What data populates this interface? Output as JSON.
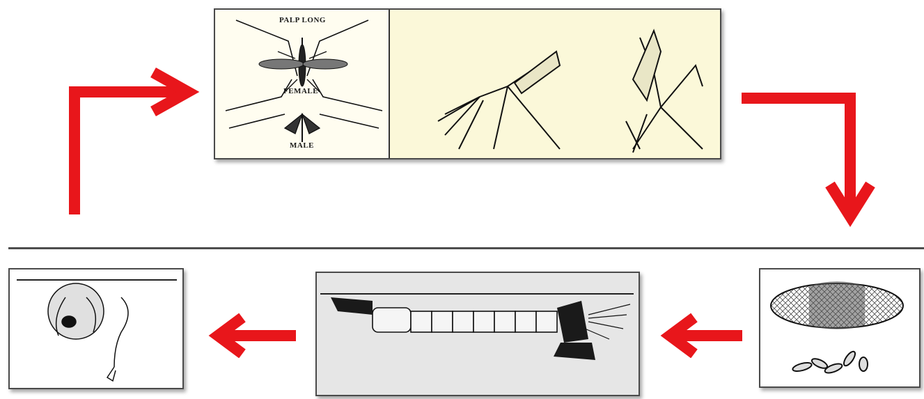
{
  "diagram": {
    "adult_panel": {
      "labels": {
        "palp_long": "PALP LONG",
        "female": "FEMALE",
        "male": "MALE"
      }
    },
    "colors": {
      "arrow": "#e8161b",
      "adult_bg": "#fbf8d9",
      "pupa_bg": "#e6e6e6",
      "divider": "#4d4d4d"
    }
  }
}
